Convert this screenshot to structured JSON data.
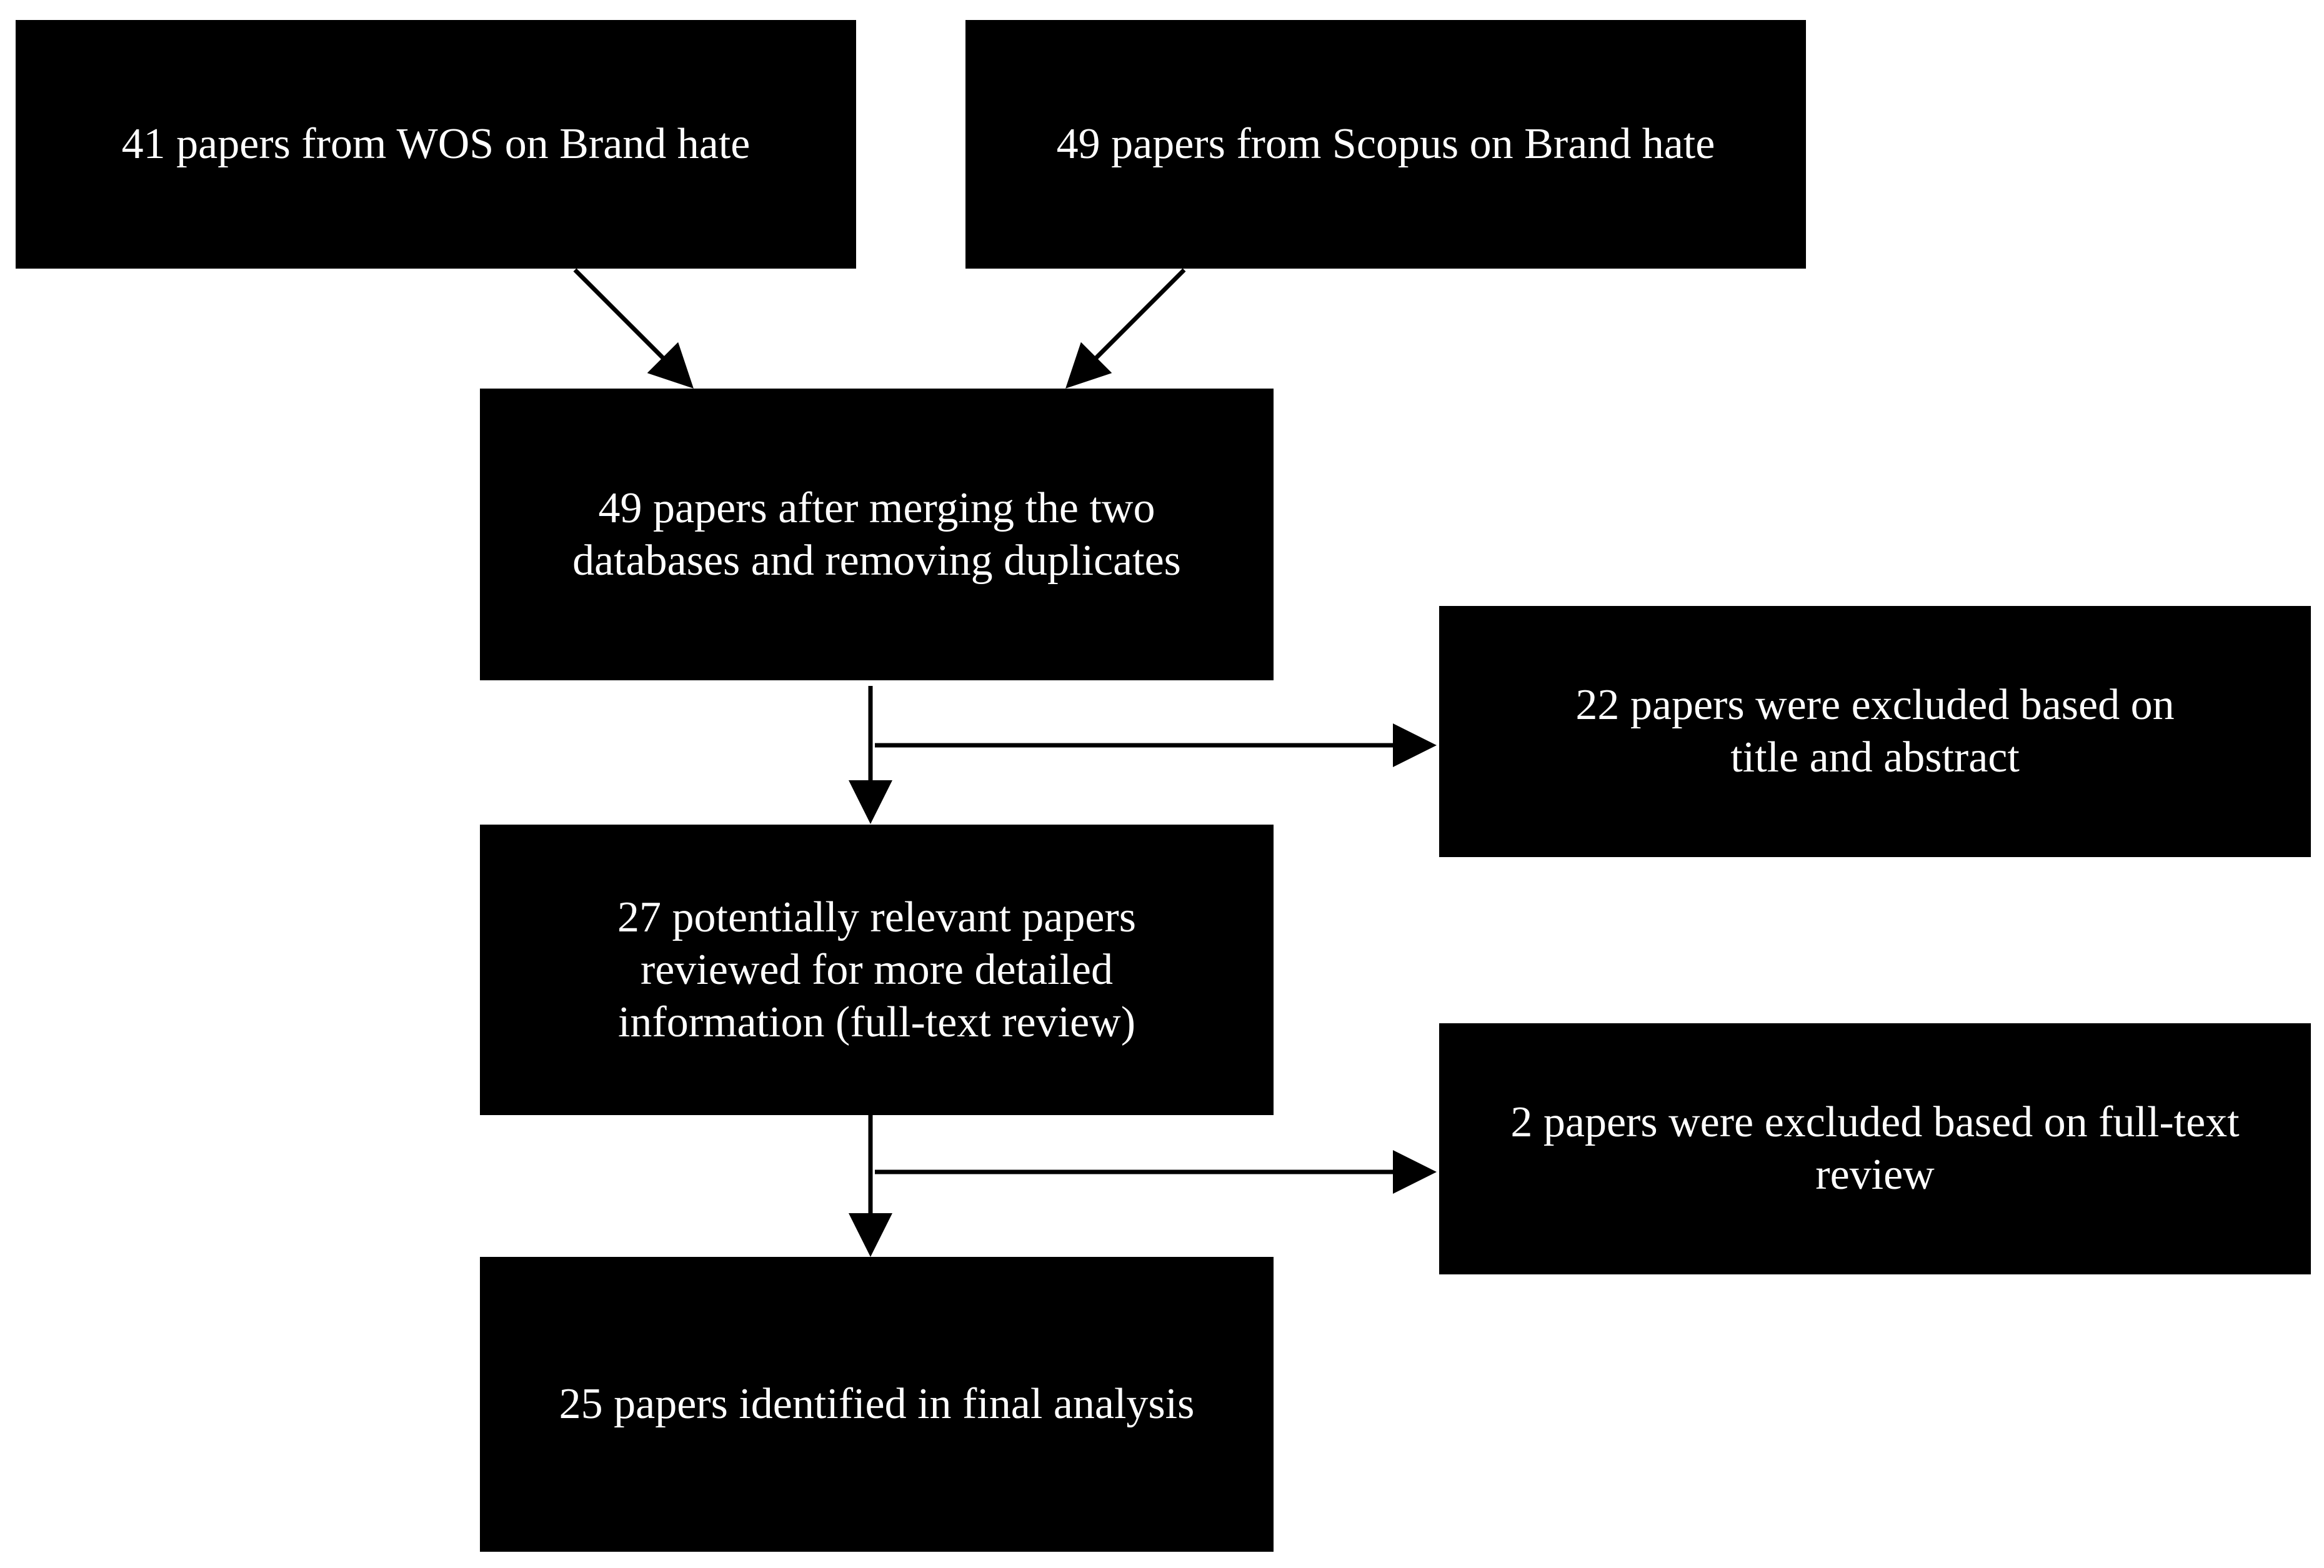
{
  "boxes": {
    "wos": "41 papers from WOS on Brand hate",
    "scopus": "49 papers from Scopus on Brand hate",
    "merged": "49 papers after merging the two databases and removing duplicates",
    "excluded_title": "22 papers were excluded based on title and abstract",
    "relevant": "27 potentially relevant papers reviewed for more detailed information (full-text review)",
    "excluded_fulltext": "2 papers were excluded based on full-text review",
    "final": "25 papers identified in final analysis"
  },
  "colors": {
    "box_fill": "#000000",
    "box_text": "#ffffff",
    "arrow": "#000000",
    "background": "#ffffff"
  }
}
